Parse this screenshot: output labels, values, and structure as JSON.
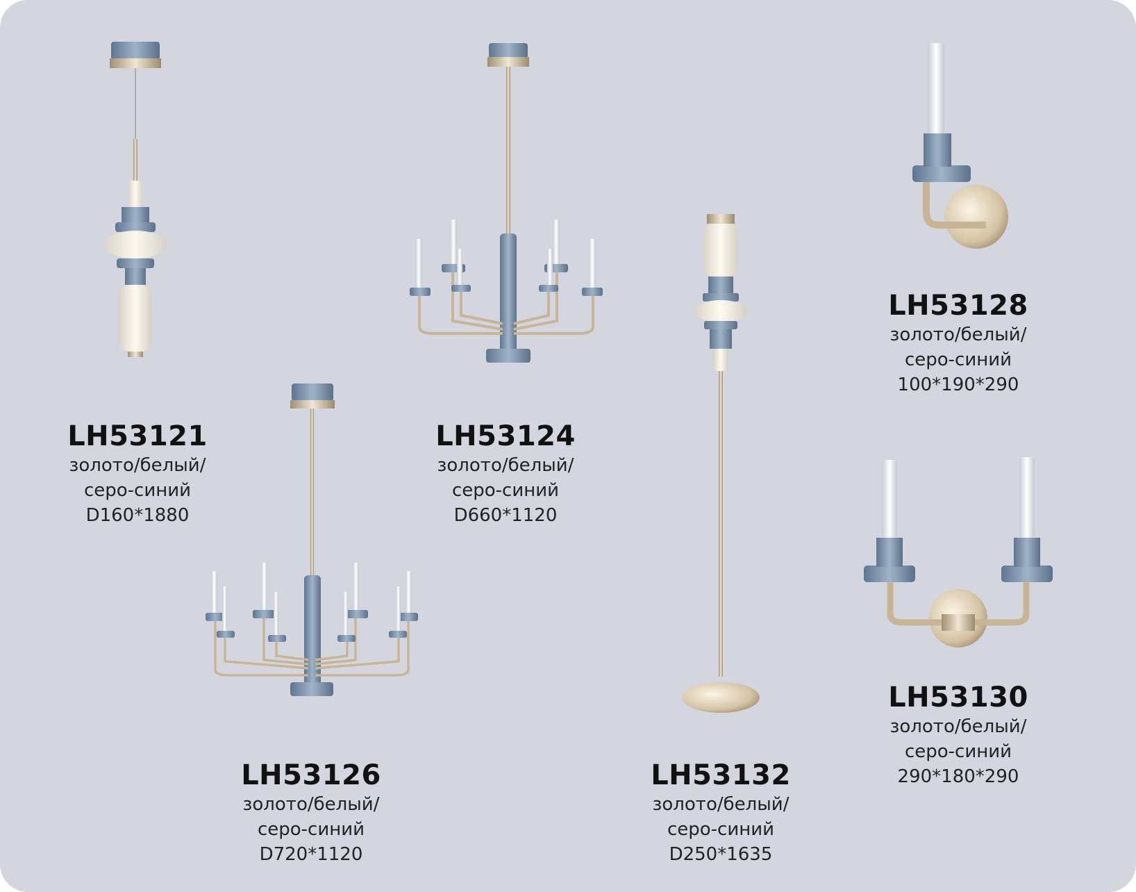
{
  "colors": {
    "background": "#d3d6de",
    "metal_gold": "#c8b596",
    "ceramic_blue": "#7f95ad",
    "glass": "#f5f1e8",
    "text": "#111111"
  },
  "products": [
    {
      "code": "LH53121",
      "finish_line1": "золото/белый/",
      "finish_line2": "серо-синий",
      "size": "D160*1880"
    },
    {
      "code": "LH53124",
      "finish_line1": "золото/белый/",
      "finish_line2": "серо-синий",
      "size": "D660*1120"
    },
    {
      "code": "LH53128",
      "finish_line1": "золото/белый/",
      "finish_line2": "серо-синий",
      "size": "100*190*290"
    },
    {
      "code": "LH53126",
      "finish_line1": "золото/белый/",
      "finish_line2": "серо-синий",
      "size": "D720*1120"
    },
    {
      "code": "LH53132",
      "finish_line1": "золото/белый/",
      "finish_line2": "серо-синий",
      "size": "D250*1635"
    },
    {
      "code": "LH53130",
      "finish_line1": "золото/белый/",
      "finish_line2": "серо-синий",
      "size": "290*180*290"
    }
  ]
}
